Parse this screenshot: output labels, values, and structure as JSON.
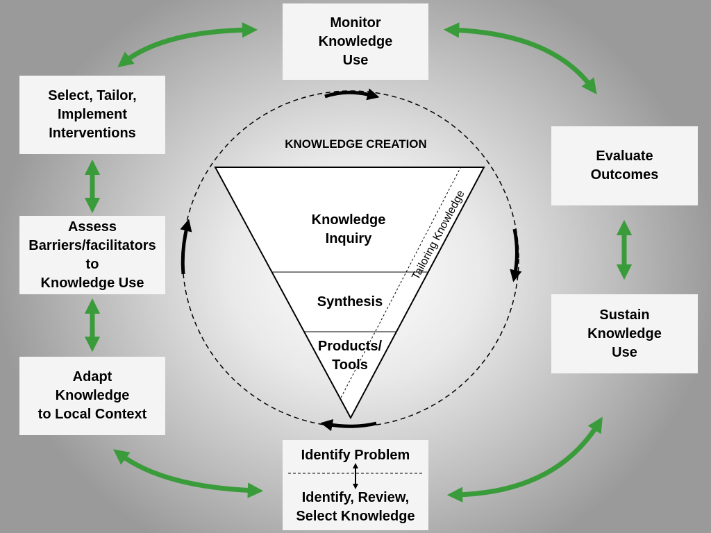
{
  "boxes": {
    "monitor": "Monitor\nKnowledge\nUse",
    "select": "Select, Tailor,\nImplement\nInterventions",
    "evaluate": "Evaluate\nOutcomes",
    "assess": "Assess\nBarriers/facilitators\nto\nKnowledge Use",
    "sustain": "Sustain\nKnowledge\nUse",
    "adapt": "Adapt\nKnowledge\nto Local Context",
    "identify_problem": "Identify Problem",
    "identify_review": "Identify, Review,\nSelect Knowledge"
  },
  "funnel": {
    "title": "KNOWLEDGE CREATION",
    "inquiry": "Knowledge\nInquiry",
    "synthesis": "Synthesis",
    "products": "Products/\nTools",
    "tailoring": "Tailoring Knowledge"
  },
  "colors": {
    "green_arrow": "#3a9b3a",
    "box_fill": "#f4f4f4"
  }
}
